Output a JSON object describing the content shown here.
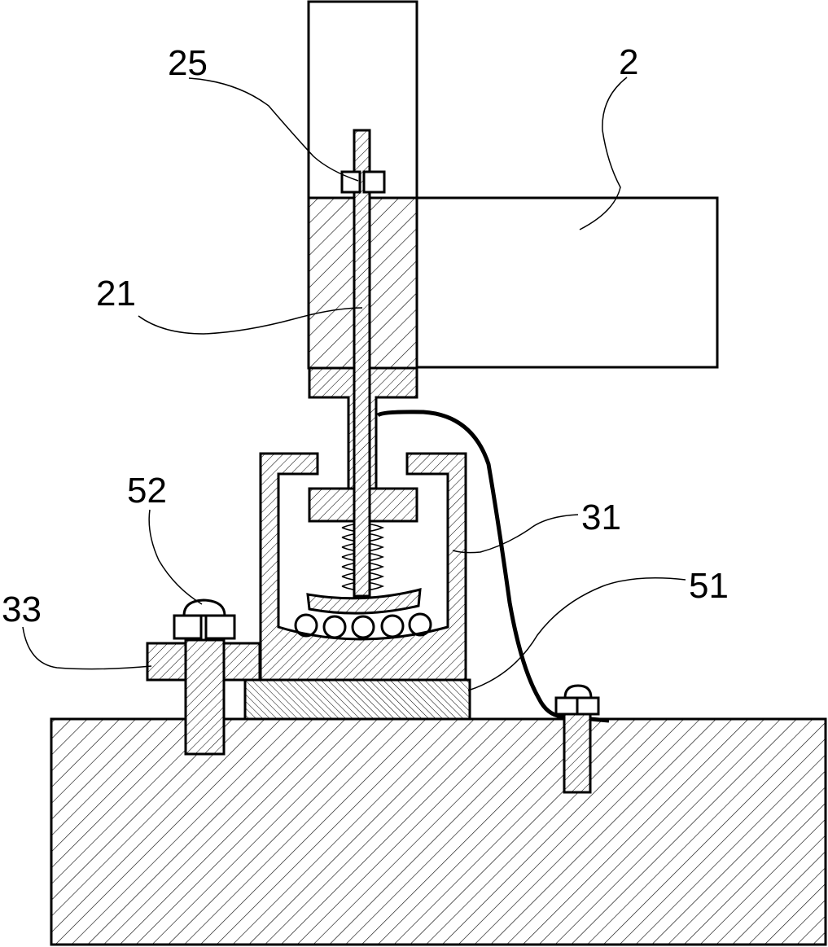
{
  "colors": {
    "stroke": "#000000",
    "background": "#ffffff"
  },
  "labels": {
    "motor": "2",
    "rod": "21",
    "nut": "25",
    "housing": "31",
    "bracket": "33",
    "base_plate": "51",
    "bolt": "52"
  }
}
